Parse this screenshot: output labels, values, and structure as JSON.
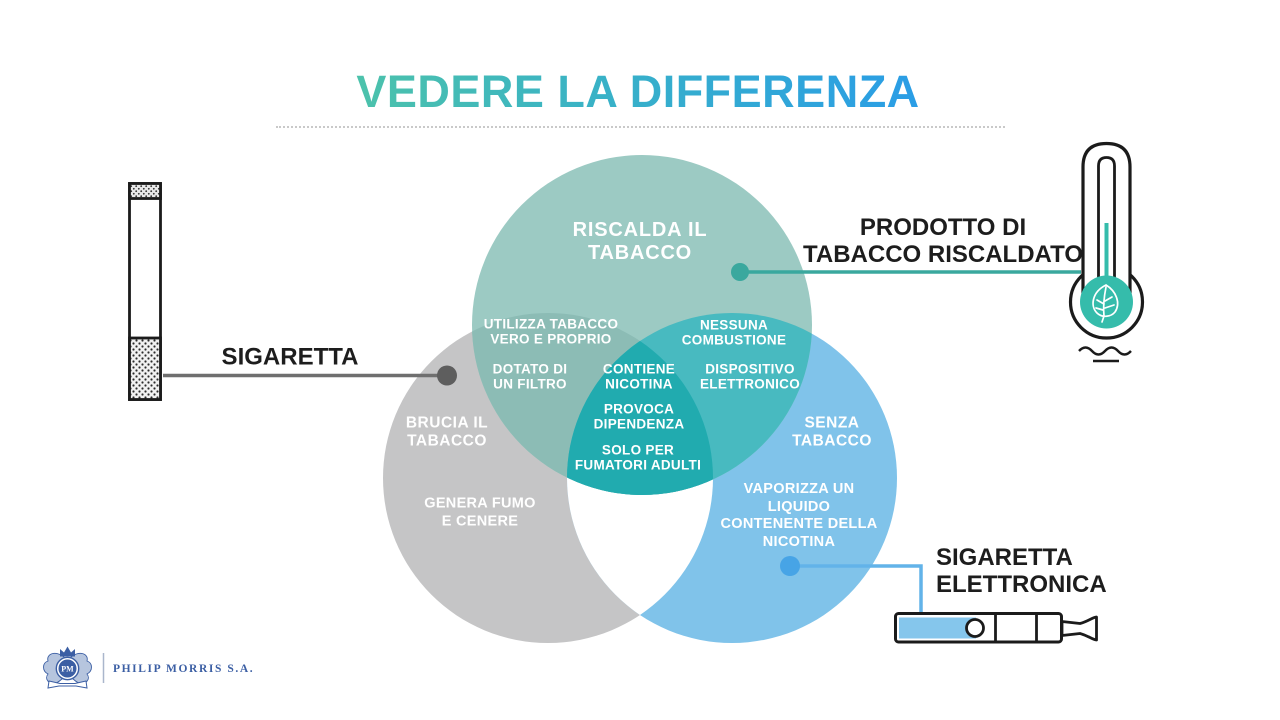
{
  "slide": {
    "title": "VEDERE LA DIFFERENZA"
  },
  "colors": {
    "title_gradient_start": "#4CC2AB",
    "title_gradient_end": "#2A9DE6",
    "heated_circle": "#9CCAC3",
    "cigarette_circle": "#C5C5C6",
    "ecig_circle": "#80C3EA",
    "heated_cig_overlap": "#8CBCB5",
    "heated_ecig_overlap": "#48BAC0",
    "center_overlap": "#21ABAF",
    "cig_ecig_overlap": "#FFFFFF",
    "teal_connector": "#3AA89E",
    "gray_connector": "#6F6F6F",
    "blue_connector": "#47A4E6",
    "footer_blue": "#3C5FA4"
  },
  "venn": {
    "heated": {
      "label": "RISCALDA IL\nTABACCO"
    },
    "cigarette": {
      "label": "BRUCIA IL\nTABACCO",
      "note": "GENERA FUMO\nE CENERE"
    },
    "ecigarette": {
      "label": "SENZA\nTABACCO",
      "note": "VAPORIZZA UN\nLIQUIDO\nCONTENENTE DELLA\nNICOTINA"
    },
    "heated_and_cigarette": {
      "item1": "UTILIZZA TABACCO\nVERO E PROPRIO",
      "item2": "DOTATO DI\nUN FILTRO"
    },
    "heated_and_ecigarette": {
      "item1": "NESSUNA\nCOMBUSTIONE",
      "item2": "DISPOSITIVO\nELETTRONICO"
    },
    "all_three": {
      "item1": "CONTIENE\nNICOTINA",
      "item2": "PROVOCA\nDIPENDENZA",
      "item3": "SOLO PER\nFUMATORI ADULTI"
    }
  },
  "callouts": {
    "cigarette": {
      "label": "SIGARETTA"
    },
    "heated_product": {
      "label": "PRODOTTO DI\nTABACCO RISCALDATO"
    },
    "ecigarette": {
      "label": "SIGARETTA\nELETTRONICA"
    }
  },
  "icons": {
    "cigarette": "cigarette-icon",
    "heated_product": "thermometer-leaf-icon",
    "ecigarette": "ecigarette-icon",
    "brand_crest": "philip-morris-crest"
  },
  "footer": {
    "brand": "PHILIP MORRIS S.A.",
    "monogram": "PM"
  }
}
